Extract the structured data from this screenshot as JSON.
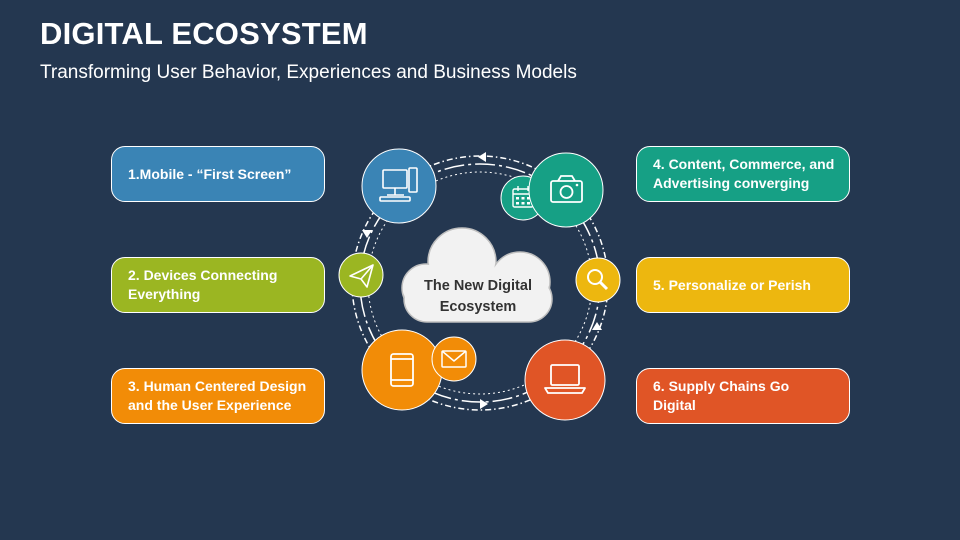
{
  "header": {
    "title": "DIGITAL ECOSYSTEM",
    "subtitle": "Transforming User Behavior, Experiences and Business Models"
  },
  "center": {
    "label": "The New Digital Ecosystem"
  },
  "items": [
    {
      "label": "1.Mobile - “First Screen”",
      "color": "#3a84b5"
    },
    {
      "label": "2. Devices Connecting Everything",
      "color": "#9bb622"
    },
    {
      "label": "3. Human Centered Design and the User Experience",
      "color": "#f28c07"
    },
    {
      "label": "4. Content, Commerce, and Advertising converging",
      "color": "#16a085"
    },
    {
      "label": "5. Personalize or Perish",
      "color": "#edb70f"
    },
    {
      "label": "6. Supply Chains Go Digital",
      "color": "#e05526"
    }
  ],
  "icons": [
    {
      "name": "desktop-computer-icon",
      "color": "#3a84b5"
    },
    {
      "name": "calendar-icon",
      "color": "#16a085"
    },
    {
      "name": "camera-icon",
      "color": "#16a085"
    },
    {
      "name": "paper-plane-icon",
      "color": "#9bb622"
    },
    {
      "name": "search-icon",
      "color": "#edb70f"
    },
    {
      "name": "tablet-icon",
      "color": "#f28c07"
    },
    {
      "name": "envelope-icon",
      "color": "#f28c07"
    },
    {
      "name": "laptop-icon",
      "color": "#e05526"
    }
  ]
}
